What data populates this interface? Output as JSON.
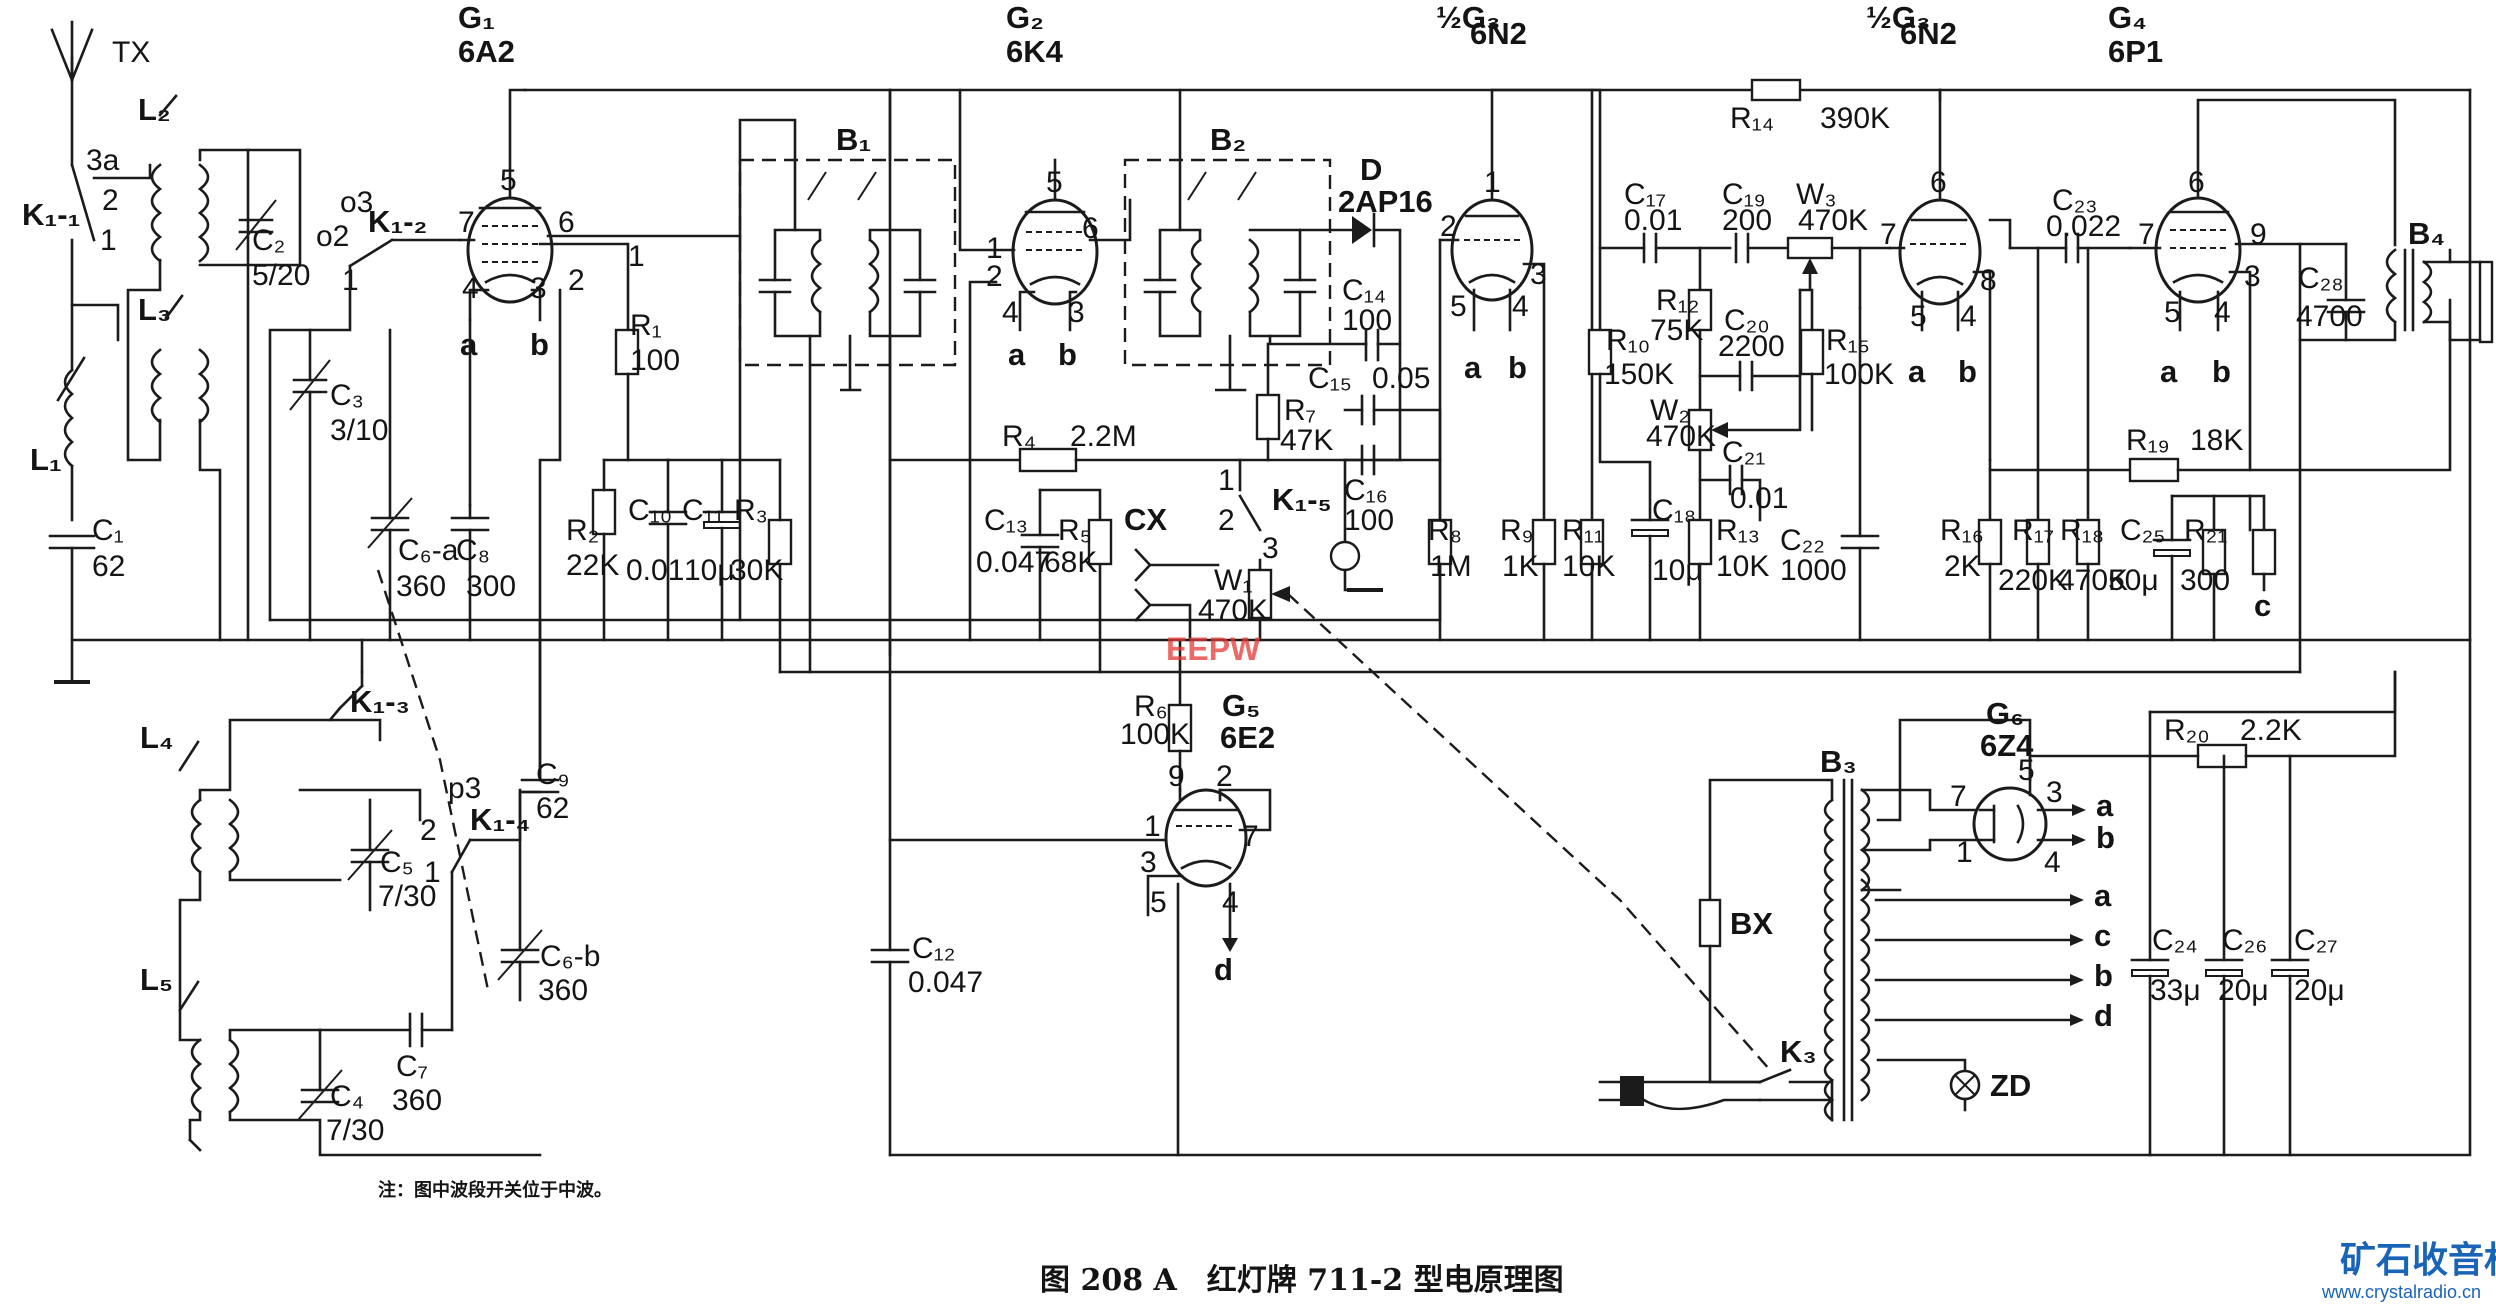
{
  "antenna": "TX",
  "tubes": {
    "g1": {
      "ref": "G₁",
      "type": "6A2"
    },
    "g2": {
      "ref": "G₂",
      "type": "6K4"
    },
    "g3a": {
      "ref": "½G₃",
      "type": "6N2"
    },
    "g3b": {
      "ref": "½G₃",
      "type": "6N2"
    },
    "g4": {
      "ref": "G₄",
      "type": "6P1"
    },
    "g5": {
      "ref": "G₅",
      "type": "6E2"
    },
    "g6": {
      "ref": "G₆",
      "type": "6Z4"
    }
  },
  "transformers": {
    "b1": "B₁",
    "b2": "B₂",
    "b3": "B₃",
    "b4": "B₄"
  },
  "diode": {
    "ref": "D",
    "type": "2AP16"
  },
  "coils": {
    "l1": "L₁",
    "l2": "L₂",
    "l3": "L₃",
    "l4": "L₄",
    "l5": "L₅"
  },
  "switches": {
    "k11": "K₁-₁",
    "k12": "K₁-₂",
    "k13": "K₁-₃",
    "k14": "K₁-₄",
    "k15": "K₁-₅",
    "k3": "K₃",
    "k11_pos": [
      "3a",
      "2",
      "1"
    ],
    "k12_pos": [
      "o3",
      "o2",
      "1"
    ],
    "k14_pos": [
      "p3",
      "2",
      "1"
    ],
    "k15_pos": [
      "1",
      "2",
      "3"
    ]
  },
  "capacitors": {
    "c1": {
      "ref": "C₁",
      "value": "62"
    },
    "c2": {
      "ref": "C₂",
      "value": "5/20"
    },
    "c3": {
      "ref": "C₃",
      "value": "3/10"
    },
    "c4": {
      "ref": "C₄",
      "value": "7/30"
    },
    "c5": {
      "ref": "C₅",
      "value": "7/30"
    },
    "c6a": {
      "ref": "C₆-a",
      "value": "360"
    },
    "c6b": {
      "ref": "C₆-b",
      "value": "360"
    },
    "c7": {
      "ref": "C₇",
      "value": "360"
    },
    "c8": {
      "ref": "C₈",
      "value": "300"
    },
    "c9": {
      "ref": "C₉",
      "value": "62"
    },
    "c10": {
      "ref": "C₁₀",
      "value": "0.01"
    },
    "c11": {
      "ref": "C₁₁",
      "value": "10μ"
    },
    "c12": {
      "ref": "C₁₂",
      "value": "0.047"
    },
    "c13": {
      "ref": "C₁₃",
      "value": "0.047"
    },
    "c14": {
      "ref": "C₁₄",
      "value": "100"
    },
    "c15": {
      "ref": "C₁₅",
      "value": "0.05"
    },
    "c16": {
      "ref": "C₁₆",
      "value": "100"
    },
    "c17": {
      "ref": "C₁₇",
      "value": "0.01"
    },
    "c18": {
      "ref": "C₁₈",
      "value": "10μ"
    },
    "c19": {
      "ref": "C₁₉",
      "value": "200"
    },
    "c20": {
      "ref": "C₂₀",
      "value": "2200"
    },
    "c21": {
      "ref": "C₂₁",
      "value": "0.01"
    },
    "c22": {
      "ref": "C₂₂",
      "value": "1000"
    },
    "c23": {
      "ref": "C₂₃",
      "value": "0.022"
    },
    "c24": {
      "ref": "C₂₄",
      "value": "33μ"
    },
    "c25": {
      "ref": "C₂₅",
      "value": "50μ"
    },
    "c26": {
      "ref": "C₂₆",
      "value": "20μ"
    },
    "c27": {
      "ref": "C₂₇",
      "value": "20μ"
    },
    "c28": {
      "ref": "C₂₈",
      "value": "4700"
    }
  },
  "resistors": {
    "r1": {
      "ref": "R₁",
      "value": "100"
    },
    "r2": {
      "ref": "R₂",
      "value": "22K"
    },
    "r3": {
      "ref": "R₃",
      "value": "30K"
    },
    "r4": {
      "ref": "R₄",
      "value": "2.2M"
    },
    "r5": {
      "ref": "R₅",
      "value": "68K"
    },
    "r6": {
      "ref": "R₆",
      "value": "100K"
    },
    "r7": {
      "ref": "R₇",
      "value": "47K"
    },
    "r8": {
      "ref": "R₈",
      "value": "1M"
    },
    "r9": {
      "ref": "R₉",
      "value": "1K"
    },
    "r10": {
      "ref": "R₁₀",
      "value": "150K"
    },
    "r11": {
      "ref": "R₁₁",
      "value": "10K"
    },
    "r12": {
      "ref": "R₁₂",
      "value": "75K"
    },
    "r13": {
      "ref": "R₁₃",
      "value": "10K"
    },
    "r14": {
      "ref": "R₁₄",
      "value": "390K"
    },
    "r15": {
      "ref": "R₁₅",
      "value": "100K"
    },
    "r16": {
      "ref": "R₁₆",
      "value": "2K"
    },
    "r17": {
      "ref": "R₁₇",
      "value": "220K"
    },
    "r18": {
      "ref": "R₁₈",
      "value": "470K"
    },
    "r19": {
      "ref": "R₁₉",
      "value": "18K"
    },
    "r20": {
      "ref": "R₂₀",
      "value": "2.2K"
    },
    "r21": {
      "ref": "R₂₁",
      "value": "300"
    }
  },
  "pots": {
    "w1": {
      "ref": "W₁",
      "value": "470K"
    },
    "w2": {
      "ref": "W₂",
      "value": "470K"
    },
    "w3": {
      "ref": "W₃",
      "value": "470K"
    }
  },
  "jack": "CX",
  "fuse": "BX",
  "pilot_lamp": "ZD",
  "pins": {
    "g1": [
      "5",
      "7",
      "6",
      "1",
      "4",
      "3",
      "2"
    ],
    "g2": [
      "5",
      "1",
      "6",
      "2",
      "4",
      "3"
    ],
    "g3a": [
      "1",
      "2",
      "3",
      "5",
      "4"
    ],
    "g3b": [
      "6",
      "7",
      "8",
      "5",
      "4"
    ],
    "g4": [
      "6",
      "7",
      "9",
      "3",
      "5",
      "4"
    ],
    "g5": [
      "9",
      "2",
      "1",
      "7",
      "3",
      "5",
      "4"
    ],
    "g6": [
      "5",
      "3",
      "7",
      "1",
      "4"
    ]
  },
  "terminals": {
    "a": "a",
    "b": "b",
    "c": "c",
    "d": "d"
  },
  "note": "注：图中波段开关位于中波。",
  "caption": "图 208 A　红灯牌 711-2 型电原理图",
  "watermarks": {
    "eepw": "EEPW",
    "cn_site": "矿石收音机",
    "site_url": "www.crystalradio.cn"
  }
}
